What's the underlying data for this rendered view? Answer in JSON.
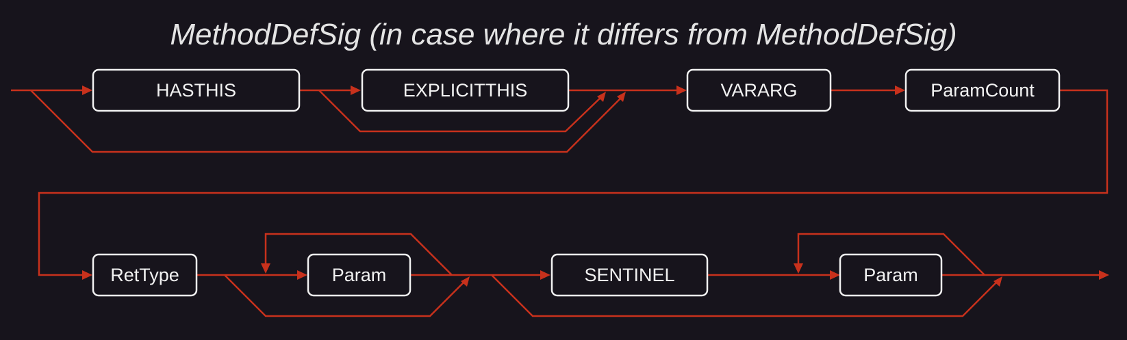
{
  "title": "MethodDefSig (in case where it differs from MethodDefSig)",
  "colors": {
    "background": "#17141c",
    "track": "#c8311c",
    "node_border": "#f2f2f2",
    "text": "#f2f2f2"
  },
  "nodes": {
    "hasthis": "HASTHIS",
    "explicitthis": "EXPLICITTHIS",
    "vararg": "VARARG",
    "param_count": "ParamCount",
    "ret_type": "RetType",
    "param_1": "Param",
    "sentinel": "SENTINEL",
    "param_2": "Param"
  }
}
